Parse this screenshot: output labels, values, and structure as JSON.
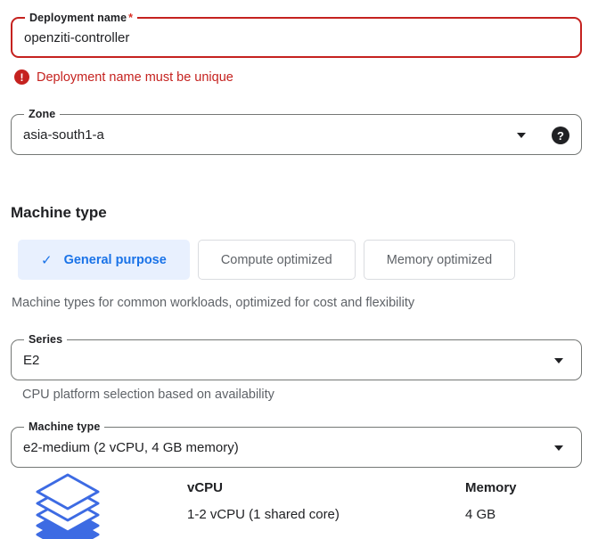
{
  "deployment_field": {
    "label": "Deployment name",
    "required_marker": "*",
    "value": "openziti-controller"
  },
  "error": {
    "icon_glyph": "!",
    "message": "Deployment name must be unique"
  },
  "zone_field": {
    "label": "Zone",
    "value": "asia-south1-a",
    "help_glyph": "?"
  },
  "section": {
    "heading": "Machine type",
    "description": "Machine types for common workloads, optimized for cost and flexibility"
  },
  "tabs": [
    {
      "label": "General purpose",
      "selected": true,
      "check_glyph": "✓"
    },
    {
      "label": "Compute optimized",
      "selected": false
    },
    {
      "label": "Memory optimized",
      "selected": false
    }
  ],
  "series_field": {
    "label": "Series",
    "value": "E2",
    "helper": "CPU platform selection based on availability"
  },
  "machine_type_field": {
    "label": "Machine type",
    "value": "e2-medium (2 vCPU, 4 GB memory)"
  },
  "specs": {
    "columns": [
      {
        "header": "vCPU",
        "value": "1-2 vCPU (1 shared core)"
      },
      {
        "header": "Memory",
        "value": "4 GB"
      }
    ]
  },
  "colors": {
    "error_red": "#c5221f",
    "selected_tab_bg": "#e8f0fe",
    "selected_tab_text": "#1a73e8",
    "field_border": "#747775",
    "muted_text": "#5f6368",
    "layers_blue": "#3d6be3"
  }
}
